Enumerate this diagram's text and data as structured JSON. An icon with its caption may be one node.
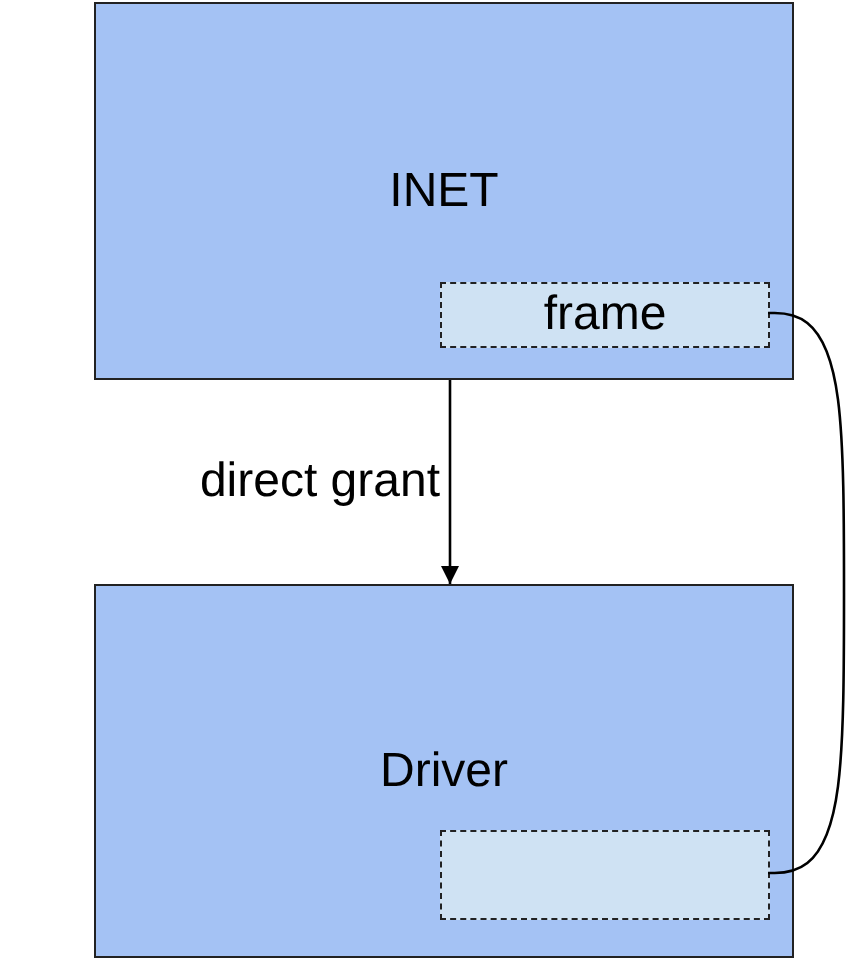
{
  "diagram": {
    "nodes": [
      {
        "text": [
          "INET"
        ]
      },
      {
        "text": [
          "frame"
        ],
        "in": 0
      },
      {
        "text": [
          "Driver"
        ]
      },
      {
        "text": [],
        "shape": "box",
        "in": 2
      }
    ],
    "edges": [
      {
        "from": 0,
        "to": 2,
        "arrow": "to",
        "label": "direct grant"
      },
      {
        "from": 1,
        "to": 3,
        "arrow": "none"
      }
    ]
  }
}
